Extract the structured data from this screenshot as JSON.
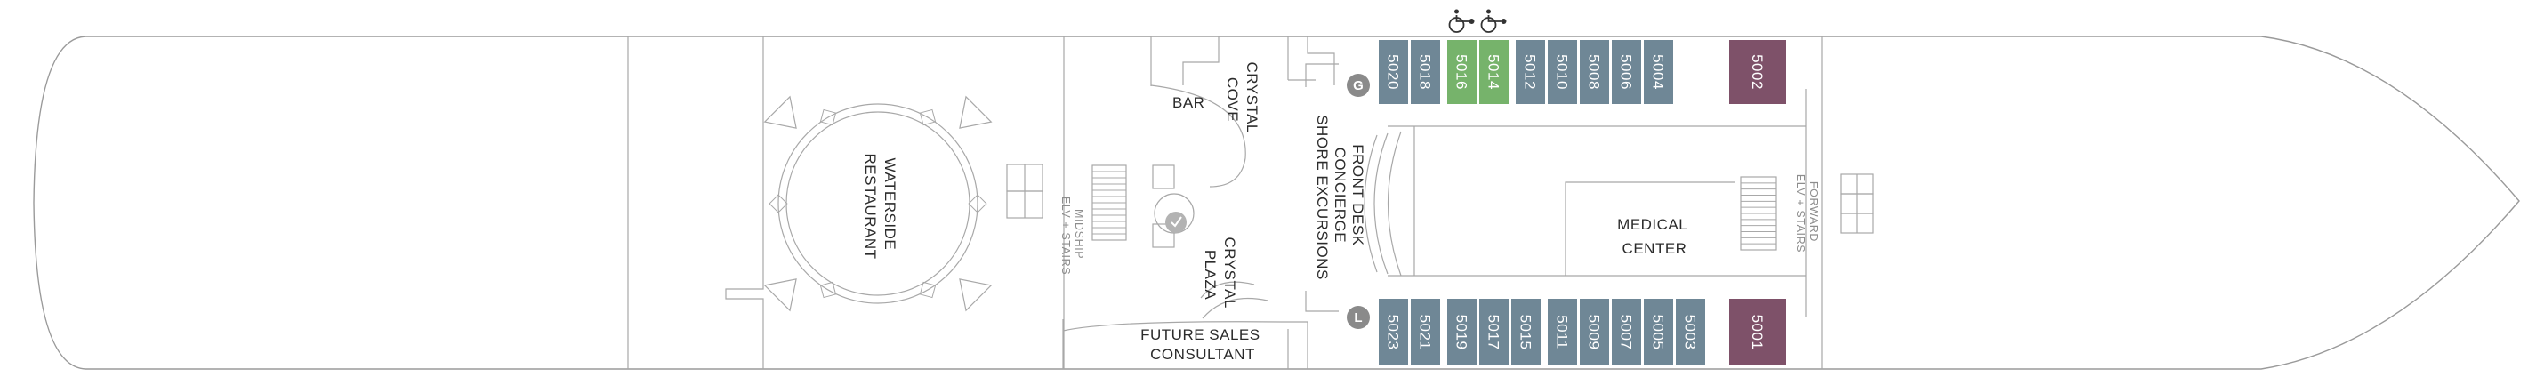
{
  "colors": {
    "standard": "#6f8796",
    "accessible": "#76b36b",
    "suite": "#7e5169",
    "hull": "#9a9a9a",
    "badge": "#8a8a8a"
  },
  "labels": {
    "waterside_restaurant": [
      "WATERSIDE",
      "RESTAURANT"
    ],
    "midship_stairs": [
      "MIDSHIP",
      "ELV + STAIRS"
    ],
    "bar": "BAR",
    "crystal_cove": [
      "CRYSTAL",
      "COVE"
    ],
    "crystal_plaza": [
      "CRYSTAL",
      "PLAZA"
    ],
    "front_desk": [
      "FRONT DESK",
      "CONCIERGE",
      "SHORE EXCURSIONS"
    ],
    "medical_center": [
      "MEDICAL",
      "CENTER"
    ],
    "forward_stairs": [
      "FORWARD",
      "ELV + STAIRS"
    ],
    "future_sales": [
      "FUTURE SALES",
      "CONSULTANT"
    ]
  },
  "badges": {
    "top": "G",
    "bottom": "L"
  },
  "icons": {
    "accessible": "wheelchair-icon"
  },
  "cabins_top": [
    {
      "number": "5020",
      "category": "standard"
    },
    {
      "number": "5018",
      "category": "standard"
    },
    {
      "number": "5016",
      "category": "accessible"
    },
    {
      "number": "5014",
      "category": "accessible"
    },
    {
      "number": "5012",
      "category": "standard"
    },
    {
      "number": "5010",
      "category": "standard"
    },
    {
      "number": "5008",
      "category": "standard"
    },
    {
      "number": "5006",
      "category": "standard"
    },
    {
      "number": "5004",
      "category": "standard"
    },
    {
      "number": "5002",
      "category": "suite"
    }
  ],
  "cabins_bottom": [
    {
      "number": "5023",
      "category": "standard"
    },
    {
      "number": "5021",
      "category": "standard"
    },
    {
      "number": "5019",
      "category": "standard"
    },
    {
      "number": "5017",
      "category": "standard"
    },
    {
      "number": "5015",
      "category": "standard"
    },
    {
      "number": "5011",
      "category": "standard"
    },
    {
      "number": "5009",
      "category": "standard"
    },
    {
      "number": "5007",
      "category": "standard"
    },
    {
      "number": "5005",
      "category": "standard"
    },
    {
      "number": "5003",
      "category": "standard"
    },
    {
      "number": "5001",
      "category": "suite"
    }
  ]
}
